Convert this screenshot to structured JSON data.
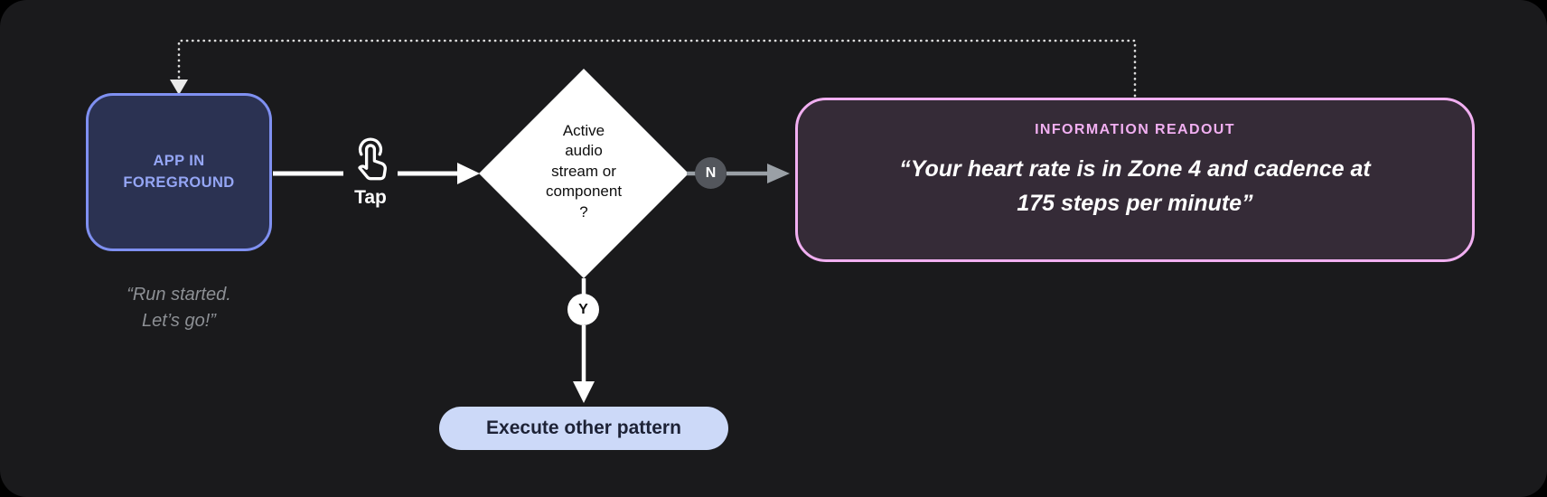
{
  "app_node": {
    "label": "APP IN FOREGROUND",
    "caption": "“Run started.\nLet’s go!”"
  },
  "tap": {
    "label": "Tap"
  },
  "decision": {
    "question": "Active\naudio\nstream or\ncomponent\n?"
  },
  "branches": {
    "no": "N",
    "yes": "Y"
  },
  "readout": {
    "title": "INFORMATION READOUT",
    "quote": "“Your heart rate is in Zone 4 and cadence at\n175 steps per minute”"
  },
  "terminal": {
    "label": "Execute other pattern"
  },
  "colors": {
    "canvas_bg": "#1a1a1c",
    "app_border": "#7f90f1",
    "app_fill": "#2b3252",
    "app_text": "#95a6f5",
    "caption_text": "#8d9095",
    "decision_fill": "#ffffff",
    "readout_border": "#f1aff1",
    "readout_fill": "#352b37",
    "readout_title": "#f1aff1",
    "terminal_fill": "#ccd9f8",
    "terminal_text": "#1d2236",
    "branch_no_fill": "#53565c",
    "branch_yes_fill": "#ffffff",
    "arrow": "#ffffff",
    "arrow_muted": "#9aa0a6",
    "dotted_line": "#dcdcdc"
  }
}
